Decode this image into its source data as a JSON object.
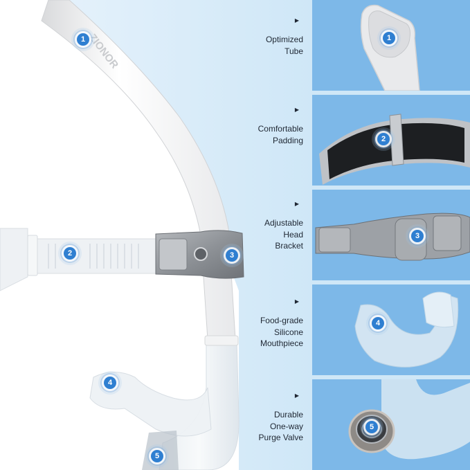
{
  "brand": {
    "logo_text": "ZIONOR"
  },
  "colors": {
    "panel_bg": "#7db8e8",
    "divider": "#cfe7f7",
    "left_bg": "#d6eaf8",
    "badge": "#2f7fd1",
    "label_text": "#1f2733"
  },
  "features": [
    {
      "number": "1",
      "arrow": "▶",
      "lines": [
        "Optimized",
        "Tube"
      ]
    },
    {
      "number": "2",
      "arrow": "▶",
      "lines": [
        "Comfortable",
        "Padding"
      ]
    },
    {
      "number": "3",
      "arrow": "▶",
      "lines": [
        "Adjustable",
        "Head",
        "Bracket"
      ]
    },
    {
      "number": "4",
      "arrow": "▶",
      "lines": [
        "Food-grade",
        "Silicone",
        "Mouthpiece"
      ]
    },
    {
      "number": "5",
      "arrow": "▶",
      "lines": [
        "Durable",
        "One-way",
        "Purge Valve"
      ]
    }
  ],
  "main_badges": [
    {
      "number": "1"
    },
    {
      "number": "2"
    },
    {
      "number": "3"
    },
    {
      "number": "4"
    },
    {
      "number": "5"
    }
  ]
}
